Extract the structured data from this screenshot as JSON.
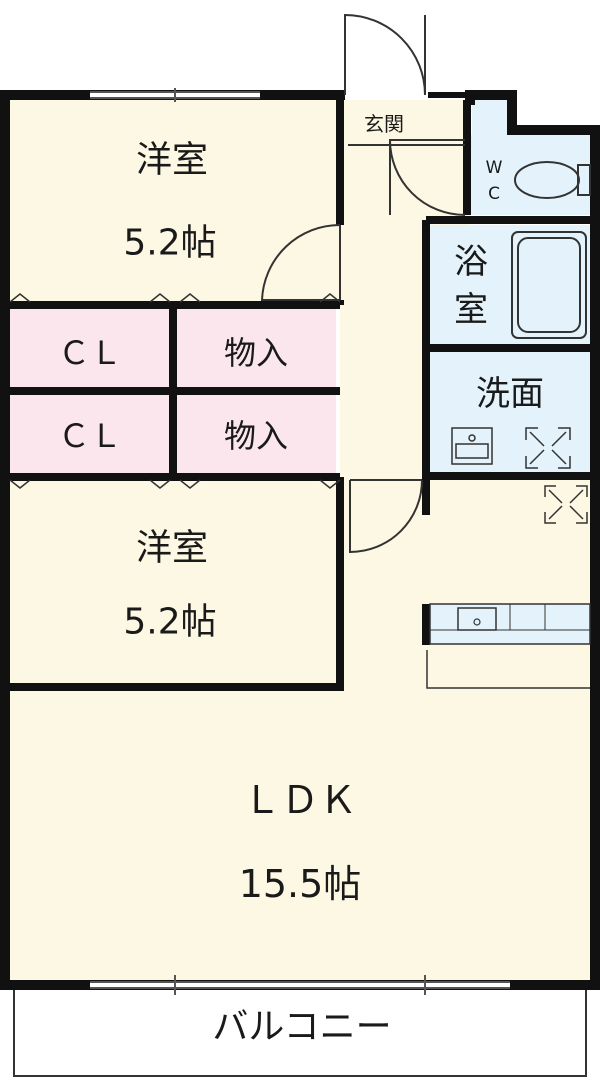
{
  "colors": {
    "room_fill": "#fdf8e4",
    "storage_fill": "#fbe6ee",
    "wet_fill": "#e4f3fb",
    "balcony_fill": "#ffffff",
    "wall": "#111111"
  },
  "rooms": {
    "bedroom_1": {
      "name": "洋室",
      "size": "5.2帖"
    },
    "closet_1": {
      "name": "ＣＬ"
    },
    "storage_1": {
      "name": "物入"
    },
    "closet_2": {
      "name": "ＣＬ"
    },
    "storage_2": {
      "name": "物入"
    },
    "bedroom_2": {
      "name": "洋室",
      "size": "5.2帖"
    },
    "ldk": {
      "name": "ＬＤＫ",
      "size": "15.5帖"
    },
    "entrance": {
      "name": "玄関"
    },
    "toilet": {
      "name_top": "W",
      "name_bottom": "C"
    },
    "bath": {
      "name_top": "浴",
      "name_bottom": "室"
    },
    "washroom": {
      "name": "洗面"
    },
    "balcony": {
      "name": "バルコニー"
    }
  },
  "icons": [
    "toilet-icon",
    "bathtub-icon",
    "washbasin-icon",
    "washer-space-icon",
    "fridge-space-icon",
    "kitchen-sink-icon"
  ]
}
